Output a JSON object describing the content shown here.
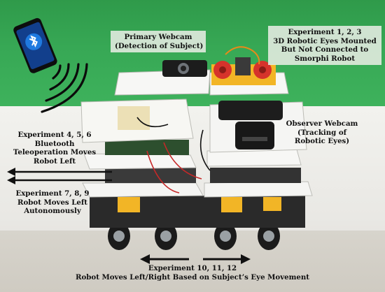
{
  "labels": {
    "primary_webcam": [
      "Primary Webcam",
      "(Detection of Subject)"
    ],
    "experiment_1_2_3": [
      "Experiment 1, 2, 3",
      "3D Robotic Eyes Mounted",
      "But Not Connected to",
      "Smorphi Robot"
    ],
    "observer_webcam": [
      "Observer Webcam",
      "(Tracking of",
      "Robotic Eyes)"
    ],
    "experiment_4_5_6": [
      "Experiment 4, 5, 6",
      "Bluetooth",
      "Teleoperation Moves",
      "Robot Left"
    ],
    "experiment_7_8_9": [
      "Experiment 7, 8, 9",
      "Robot Moves Left",
      "Autonomously"
    ],
    "experiment_10_11_12": [
      "Experiment 10, 11, 12",
      "Robot Moves Left/Right Based on Subject’s Eye Movement"
    ]
  },
  "icons": {
    "phone": "smartphone-icon",
    "bluetooth": "bluetooth-icon",
    "signal": "signal-waves-icon"
  },
  "colors": {
    "green_screen": "#37a855",
    "robot_yellow": "#f2b526",
    "robot_red": "#d6332b",
    "arrow": "#111111"
  }
}
